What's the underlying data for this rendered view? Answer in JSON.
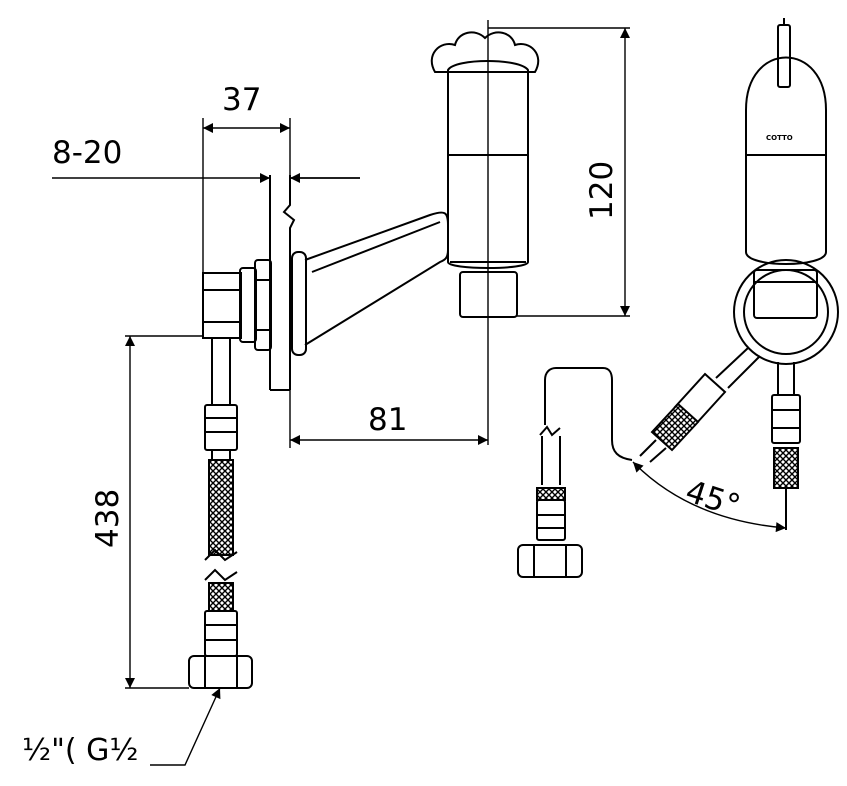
{
  "dimensions": {
    "width_37": "37",
    "range_8_20": "8-20",
    "height_120": "120",
    "depth_81": "81",
    "length_438": "438",
    "angle_45": "45°"
  },
  "thread_label": "½\"( G½",
  "brand": "COTTO",
  "colors": {
    "line": "#000000",
    "background": "#ffffff"
  }
}
